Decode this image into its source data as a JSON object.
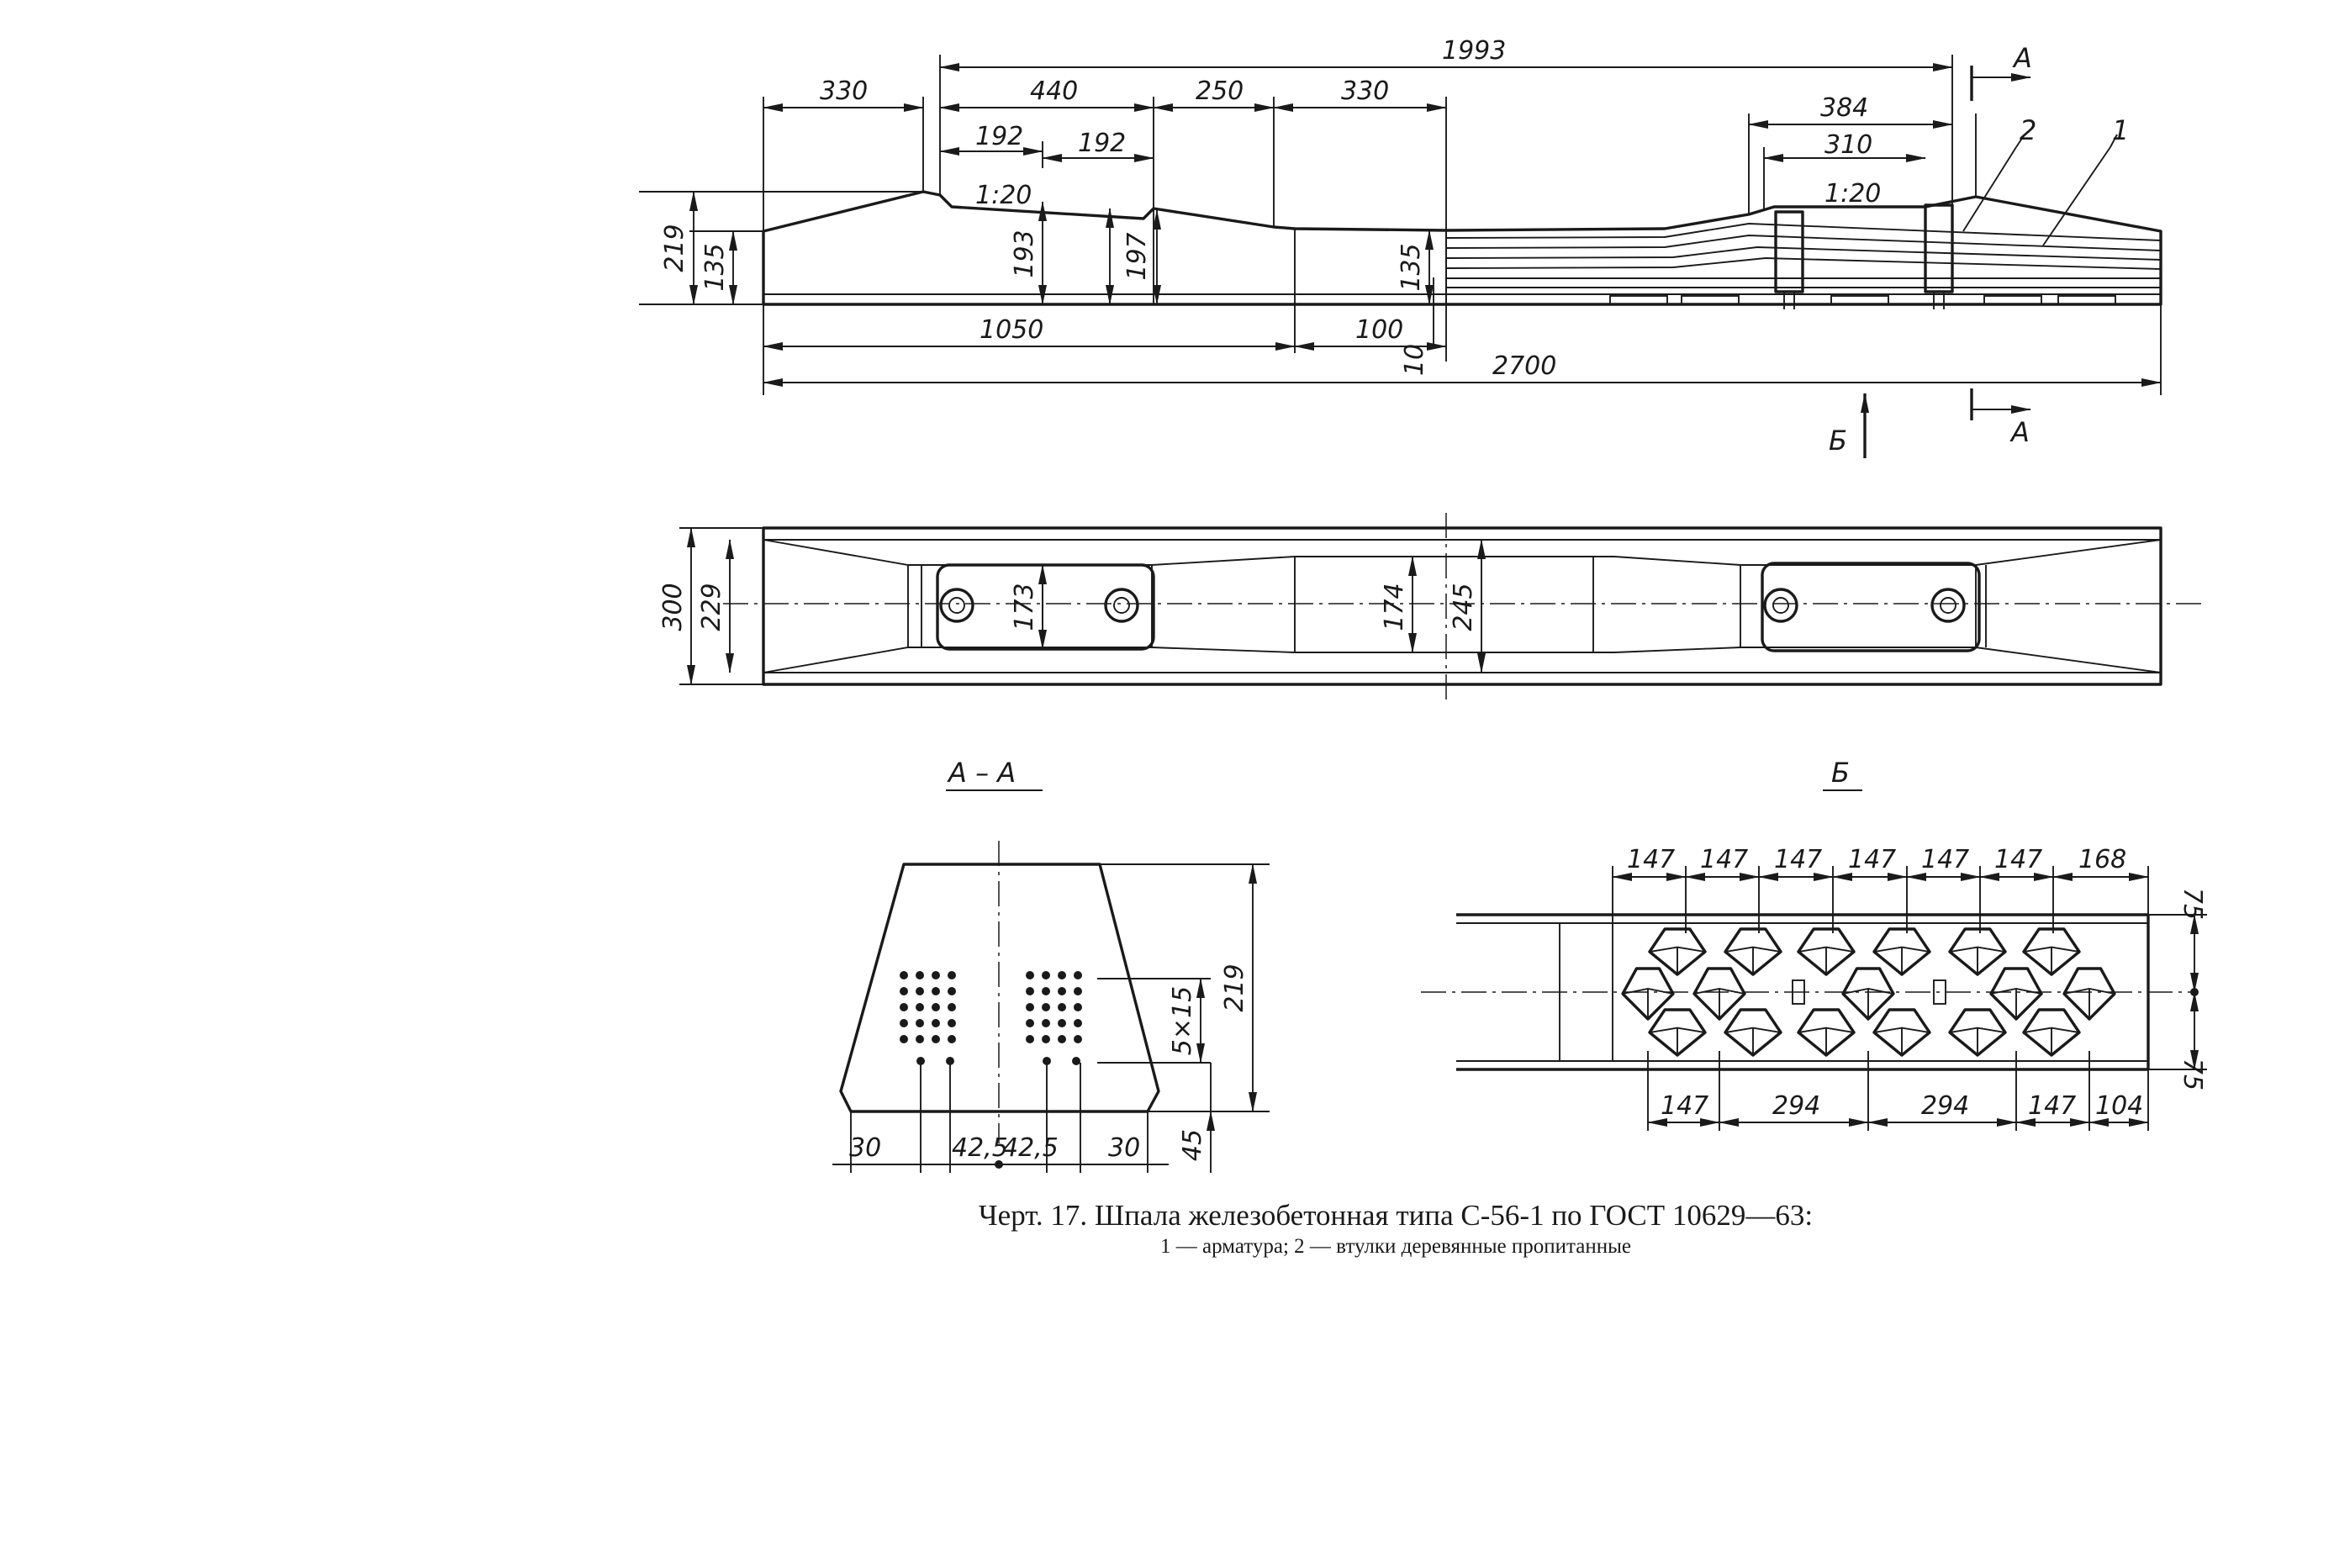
{
  "side_view": {
    "dims": {
      "d1993": "1993",
      "d330a": "330",
      "d440": "440",
      "d250": "250",
      "d330b": "330",
      "d192a": "192",
      "d192b": "192",
      "slope_left": "1:20",
      "d384": "384",
      "d310": "310",
      "slope_right": "1:20",
      "d219": "219",
      "d135a": "135",
      "d193": "193",
      "d197": "197",
      "d135b": "135",
      "d1050": "1050",
      "d100": "100",
      "d10": "10",
      "d2700": "2700"
    },
    "callouts": {
      "part1": "1",
      "part2": "2"
    },
    "section_marks": {
      "a_top": "А",
      "a_bottom": "А",
      "b_view": "Б"
    }
  },
  "plan_view": {
    "dims": {
      "d300": "300",
      "d229": "229",
      "d173": "173",
      "d174": "174",
      "d245": "245"
    }
  },
  "section_aa": {
    "title": "А – А",
    "dims": {
      "d219": "219",
      "d5x15": "5×15",
      "d45": "45",
      "d30a": "30",
      "d42a": "42,5",
      "d42b": "42,5",
      "d30b": "30"
    }
  },
  "view_b": {
    "title": "Б",
    "top_dims": [
      "147",
      "147",
      "147",
      "147",
      "147",
      "147",
      "168"
    ],
    "bottom_dims": [
      "147",
      "294",
      "294",
      "147",
      "104"
    ],
    "side_dims": {
      "d75a": "75",
      "d75b": "75"
    }
  },
  "caption": {
    "line1": "Черт. 17. Шпала железобетонная типа С-56-1 по ГОСТ 10629—63:",
    "line2": "1 — арматура; 2 — втулки деревянные пропитанные"
  }
}
